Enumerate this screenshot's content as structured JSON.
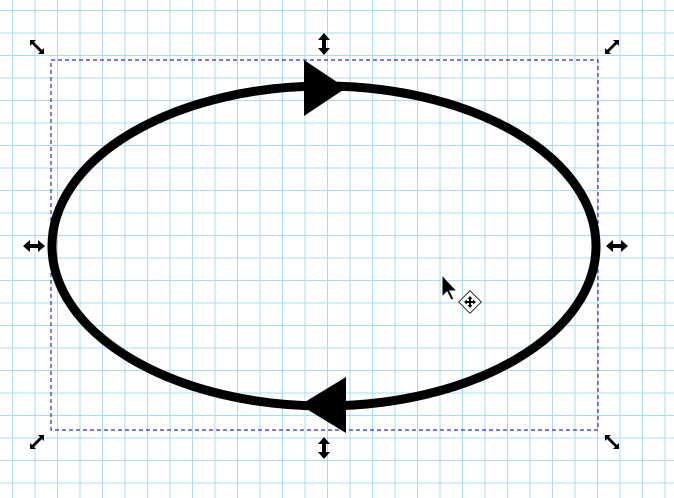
{
  "canvas": {
    "background_color": "#ffffff",
    "grid_color": "#a9dcf2",
    "grid_spacing_units": 1
  },
  "selection": {
    "bbox_color": "#2b2bd6",
    "bbox_style": "dashed",
    "handles": [
      {
        "name": "scale-handle-top-left",
        "icon": "diagonal-resize-icon"
      },
      {
        "name": "scale-handle-top",
        "icon": "vertical-resize-icon"
      },
      {
        "name": "scale-handle-top-right",
        "icon": "diagonal-resize-icon"
      },
      {
        "name": "scale-handle-left",
        "icon": "horizontal-resize-icon"
      },
      {
        "name": "scale-handle-right",
        "icon": "horizontal-resize-icon"
      },
      {
        "name": "scale-handle-bottom-left",
        "icon": "diagonal-resize-icon"
      },
      {
        "name": "scale-handle-bottom",
        "icon": "vertical-resize-icon"
      },
      {
        "name": "scale-handle-bottom-right",
        "icon": "diagonal-resize-icon"
      }
    ]
  },
  "shape": {
    "type": "ellipse",
    "stroke_color": "#000000",
    "fill": "none",
    "markers": [
      {
        "name": "arrow-marker-top",
        "icon": "arrow-right-triangle-icon",
        "direction": "right"
      },
      {
        "name": "arrow-marker-bottom",
        "icon": "arrow-left-triangle-icon",
        "direction": "left"
      }
    ]
  },
  "cursor": {
    "icon": "move-pointer-cursor-icon",
    "badge_icon": "move-crosshair-icon"
  }
}
